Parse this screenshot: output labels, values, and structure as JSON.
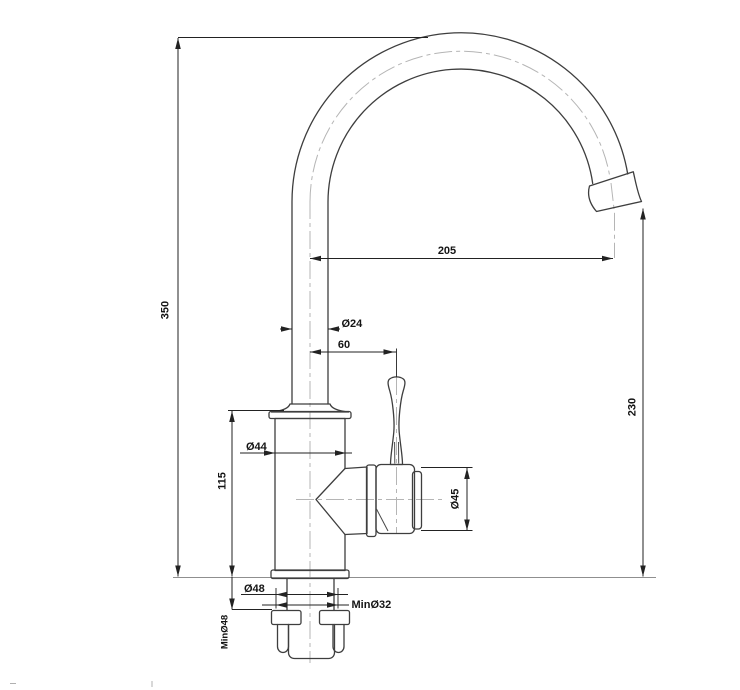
{
  "drawing": {
    "type": "technical-dimension-drawing",
    "subject": "kitchen faucet side elevation with installation dimensions",
    "units_implied": "mm",
    "labels": {
      "total_height": "350",
      "spout_reach": "205",
      "tube_diameter": "Ø24",
      "handle_offset": "60",
      "body_diameter": "Ø44",
      "body_height": "115",
      "valve_diameter": "Ø45",
      "outlet_height": "230",
      "base_diameter": "Ø48",
      "min_hole_diameter": "MinØ32",
      "min_clearance_below": "MinØ48"
    }
  }
}
